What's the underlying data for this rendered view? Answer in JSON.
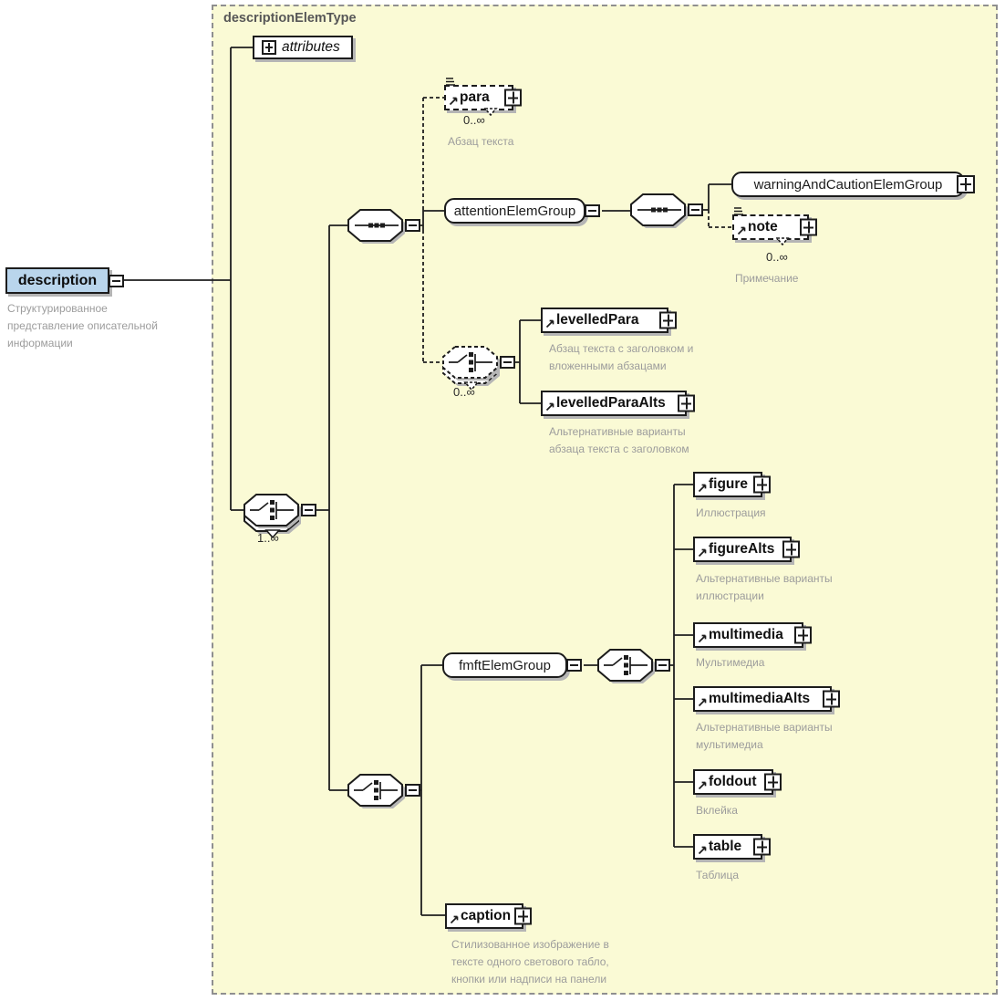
{
  "container": {
    "title": "descriptionElemType"
  },
  "root": {
    "label": "description",
    "annotation": "Структурированное\nпредставление описательной\nинформации"
  },
  "attributes": {
    "label": "attributes"
  },
  "elements": {
    "para": {
      "label": "para",
      "cardinality": "0..∞",
      "annotation": "Абзац текста"
    },
    "attention_group": {
      "label": "attentionElemGroup"
    },
    "warning_group": {
      "label": "warningAndCautionElemGroup"
    },
    "note": {
      "label": "note",
      "cardinality": "0..∞",
      "annotation": "Примечание"
    },
    "levelled_para": {
      "label": "levelledPara",
      "annotation": "Абзац текста с заголовком и\nвложенными абзацами"
    },
    "levelled_para_alts": {
      "label": "levelledParaAlts",
      "annotation": "Альтернативные варианты\nабзаца текста с заголовком"
    },
    "fmft_group": {
      "label": "fmftElemGroup"
    },
    "figure": {
      "label": "figure",
      "annotation": "Иллюстрация"
    },
    "figure_alts": {
      "label": "figureAlts",
      "annotation": "Альтернативные варианты\nиллюстрации"
    },
    "multimedia": {
      "label": "multimedia",
      "annotation": "Мультимедиа"
    },
    "multimedia_alts": {
      "label": "multimediaAlts",
      "annotation": "Альтернативные варианты\nмультимедиа"
    },
    "foldout": {
      "label": "foldout",
      "annotation": "Вклейка"
    },
    "table": {
      "label": "table",
      "annotation": "Таблица"
    },
    "caption": {
      "label": "caption",
      "annotation": "Стилизованное изображение в\nтексте одного светового табло,\nкнопки или надписи на панели"
    }
  },
  "compositors": {
    "main_choice": {
      "cardinality": "1..∞"
    },
    "levelled_choice": {
      "cardinality": "0..∞"
    }
  }
}
